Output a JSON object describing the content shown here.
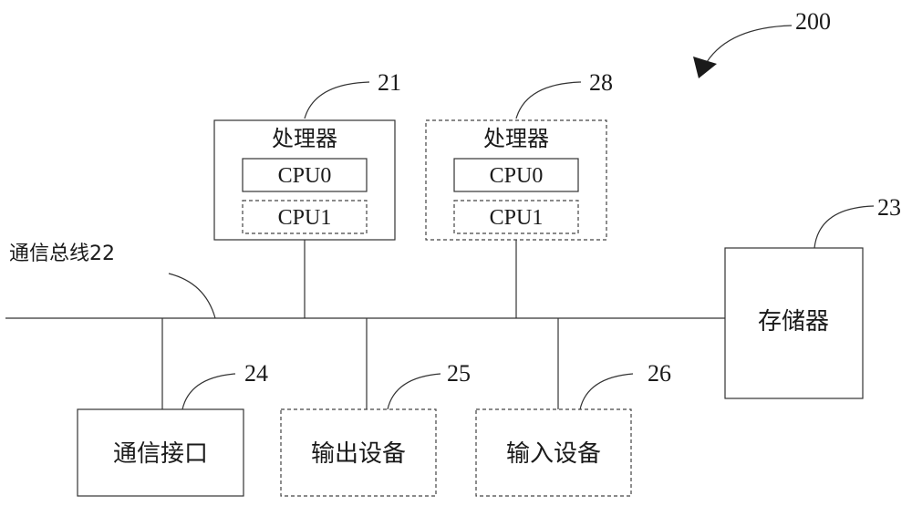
{
  "figure_ref": "200",
  "bus": {
    "label": "通信总线22"
  },
  "processor_21": {
    "ref": "21",
    "title": "处理器",
    "cpu0": "CPU0",
    "cpu1": "CPU1"
  },
  "processor_28": {
    "ref": "28",
    "title": "处理器",
    "cpu0": "CPU0",
    "cpu1": "CPU1"
  },
  "memory": {
    "ref": "23",
    "label": "存储器"
  },
  "comm_interface": {
    "ref": "24",
    "label": "通信接口"
  },
  "output_device": {
    "ref": "25",
    "label": "输出设备"
  },
  "input_device": {
    "ref": "26",
    "label": "输入设备"
  }
}
